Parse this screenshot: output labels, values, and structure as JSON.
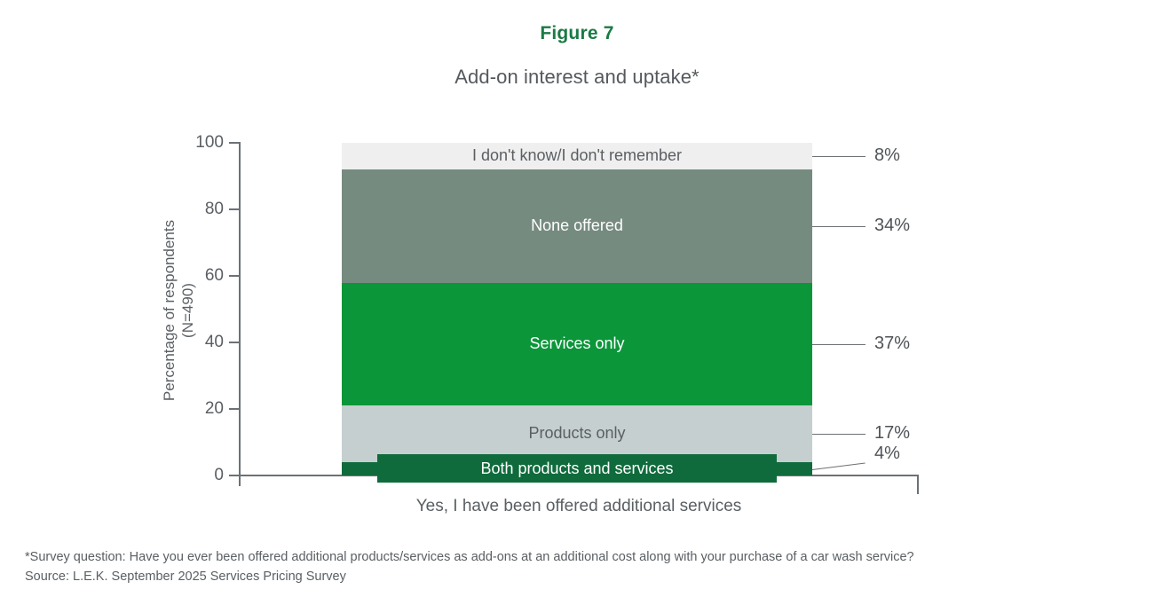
{
  "figure": {
    "label": "Figure 7",
    "title": "Add-on interest and uptake*",
    "label_color": "#197a45"
  },
  "chart_data": {
    "type": "bar",
    "subtype": "stacked-single-column",
    "title": "Add-on interest and uptake*",
    "xlabel": "",
    "ylabel": "Percentage of respondents (N=490)",
    "ylabel_line1": "Percentage of respondents",
    "ylabel_line2": "(N=490)",
    "ylim": [
      0,
      100
    ],
    "yticks": [
      0,
      20,
      40,
      60,
      80,
      100
    ],
    "ytick_labels": [
      "0",
      "20",
      "40",
      "60",
      "80",
      "100"
    ],
    "grid": false,
    "legend": "none-inline-labels",
    "categories": [
      "Yes, I have been offered additional services"
    ],
    "segments": [
      {
        "name": "Both products and services",
        "value": 4,
        "value_label": "4%",
        "color": "#0f6b3c",
        "text_color": "#ffffff",
        "label_placement": "overlay-box"
      },
      {
        "name": "Products only",
        "value": 17,
        "value_label": "17%",
        "color": "#c5cfcf",
        "text_color": "#5a5f63",
        "label_placement": "inside"
      },
      {
        "name": "Services only",
        "value": 37,
        "value_label": "37%",
        "color": "#0a9639",
        "text_color": "#ffffff",
        "label_placement": "inside"
      },
      {
        "name": "None offered",
        "value": 34,
        "value_label": "34%",
        "color": "#768b80",
        "text_color": "#ffffff",
        "label_placement": "inside"
      },
      {
        "name": "I don't know/I don't remember",
        "value": 8,
        "value_label": "8%",
        "color": "#efefef",
        "text_color": "#5a5f63",
        "label_placement": "inside"
      }
    ]
  },
  "footnotes": {
    "line1": "*Survey question: Have you ever been offered additional products/services as add-ons at an additional cost along with your purchase of a car wash service?",
    "line2": "Source: L.E.K. September 2025 Services Pricing Survey"
  }
}
